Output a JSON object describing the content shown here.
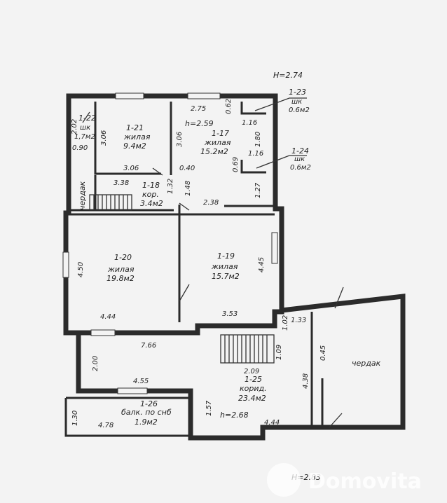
{
  "heights": {
    "top": "H=2.74",
    "bottom": "H=2.83"
  },
  "rooms": {
    "r122": {
      "id": "1-22",
      "type": "шк",
      "area": "1,7м2"
    },
    "r121": {
      "id": "1-21",
      "type": "жилая",
      "area": "9.4м2"
    },
    "r117": {
      "id": "1-17",
      "type": "жилая",
      "area": "15.2м2",
      "h": "h=2.59"
    },
    "r123": {
      "id": "1-23",
      "type": "шк",
      "area": "0.6м2"
    },
    "r124": {
      "id": "1-24",
      "type": "шк",
      "area": "0.6м2"
    },
    "r118": {
      "id": "1-18",
      "type": "кор.",
      "area": "3.4м2"
    },
    "r120": {
      "id": "1-20",
      "type": "жилая",
      "area": "19.8м2"
    },
    "r119": {
      "id": "1-19",
      "type": "жилая",
      "area": "15.7м2"
    },
    "r125": {
      "id": "1-25",
      "type": "корид.",
      "area": "23.4м2",
      "h": "h=2.68"
    },
    "r126": {
      "id": "1-26",
      "type": "балк. по снб",
      "area": "1.9м2"
    }
  },
  "labels": {
    "attic_left": "чердак",
    "attic_right": "чердак"
  },
  "dims": {
    "d275": "2.75",
    "d062": "0.62",
    "d116a": "1.16",
    "d180": "1.80",
    "d116b": "1.16",
    "d306a": "3.06",
    "d306b": "3.06",
    "d306c": "3.06",
    "d040": "0.40",
    "d069": "0.69",
    "d127": "1.27",
    "d202": "2.02",
    "d090": "0.90",
    "d338": "3.38",
    "d132": "1.32",
    "d148": "1.48",
    "d238": "2.38",
    "d450": "4.50",
    "d445": "4.45",
    "d444a": "4.44",
    "d353": "3.53",
    "d766": "7.66",
    "d200": "2.00",
    "d455": "4.55",
    "d133": "1.33",
    "d102": "1.02",
    "d109": "1.09",
    "d045": "0.45",
    "d209": "2.09",
    "d438": "4.38",
    "d130": "1.30",
    "d478": "4.78",
    "d157": "1.57",
    "d444b": "4.44"
  },
  "watermark": {
    "brand": "Domovita"
  }
}
